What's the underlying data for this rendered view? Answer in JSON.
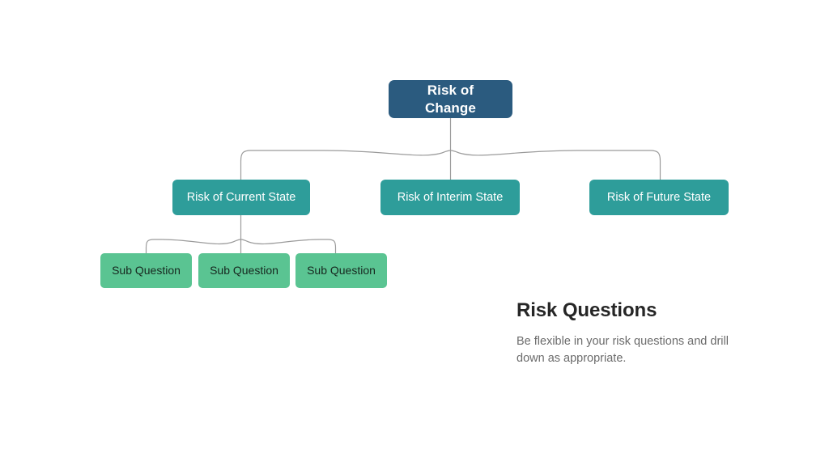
{
  "background_color": "#ffffff",
  "palette": {
    "root_fill": "#2b5b7f",
    "tier2_fill": "#2e9d9a",
    "tier3_fill": "#5ac492",
    "connector_stroke": "#9b9b9b",
    "heading_color": "#262626",
    "body_color": "#6b6b6b",
    "light_text": "#ffffff",
    "dark_text": "#17271f"
  },
  "diagram": {
    "type": "org-chart",
    "root": {
      "label_line1": "Risk of",
      "label_line2": "Change",
      "label": "Risk of Change"
    },
    "tier2": [
      {
        "label": "Risk of Current State"
      },
      {
        "label": "Risk of Interim State"
      },
      {
        "label": "Risk of Future State"
      }
    ],
    "tier3": [
      {
        "label": "Sub Question"
      },
      {
        "label": "Sub Question"
      },
      {
        "label": "Sub Question"
      }
    ]
  },
  "caption": {
    "heading": "Risk Questions",
    "body": "Be flexible in your risk questions and drill down as appropriate."
  }
}
